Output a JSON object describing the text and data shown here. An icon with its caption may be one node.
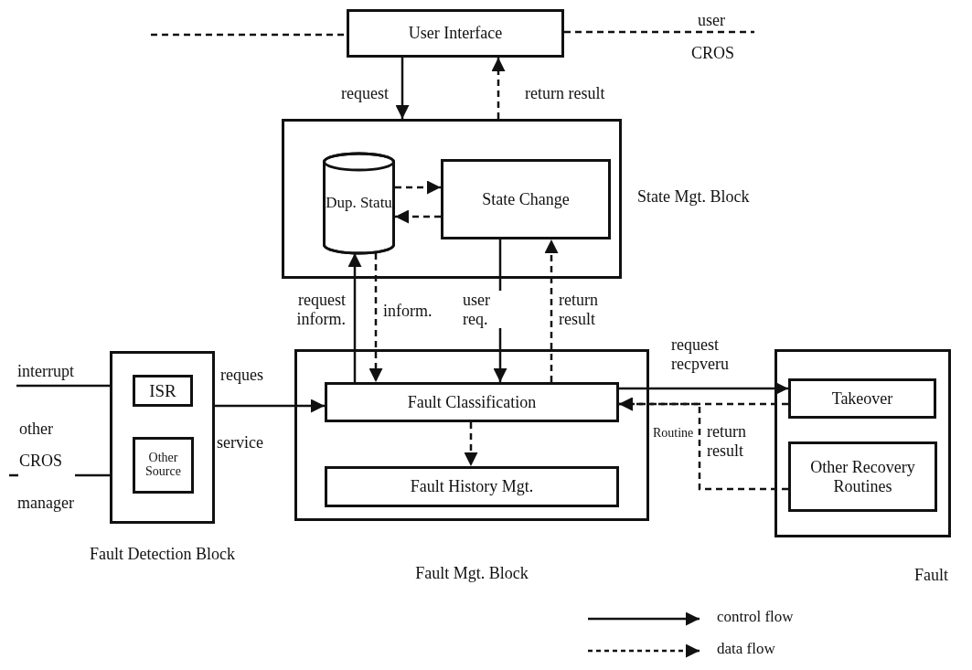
{
  "diagram": {
    "nodes": [
      {
        "text": [
          "User Interface"
        ]
      },
      {
        "text": [
          "State Mgt. Block"
        ]
      },
      {
        "text": [
          "Dup. Statu"
        ],
        "in": 1
      },
      {
        "text": [
          "State Change"
        ],
        "in": 1
      },
      {
        "text": [
          "Fault Detection Block"
        ]
      },
      {
        "text": [
          "ISR"
        ],
        "in": 4
      },
      {
        "text": [
          "Other Source"
        ],
        "in": 4
      },
      {
        "text": [
          "Fault Mgt. Block"
        ]
      },
      {
        "text": [
          "Fault Classification"
        ],
        "in": 7
      },
      {
        "text": [
          "Fault History Mgt."
        ],
        "in": 7
      },
      {
        "text": [
          "Fault"
        ]
      },
      {
        "text": [
          "Takeover"
        ],
        "in": 10
      },
      {
        "text": [
          "Other Recovery Routines"
        ],
        "in": 10
      }
    ],
    "edges": [
      {
        "from": null,
        "to": 0,
        "arrow": "none",
        "style": "dashed"
      },
      {
        "from": 0,
        "to": null,
        "arrow": "none",
        "style": "dashed"
      },
      {
        "from": 0,
        "to": 1,
        "arrow": "to",
        "label": "request"
      },
      {
        "from": 1,
        "to": 0,
        "arrow": "to",
        "label": "return result",
        "style": "dashed"
      },
      {
        "from": 2,
        "to": 3,
        "arrow": "to",
        "style": "dashed"
      },
      {
        "from": 3,
        "to": 2,
        "arrow": "to",
        "style": "dashed"
      },
      {
        "from": 8,
        "to": 2,
        "arrow": "to",
        "label": "request inform."
      },
      {
        "from": 2,
        "to": 8,
        "arrow": "to",
        "label": "inform.",
        "style": "dashed"
      },
      {
        "from": 3,
        "to": 8,
        "arrow": "to",
        "label": "user req."
      },
      {
        "from": 8,
        "to": 3,
        "arrow": "to",
        "label": "return result",
        "style": "dashed"
      },
      {
        "from": null,
        "to": 4,
        "arrow": "none",
        "label": "interrupt"
      },
      {
        "from": null,
        "to": 4,
        "arrow": "none",
        "label": "other CROS"
      },
      {
        "from": 4,
        "to": 8,
        "arrow": "to",
        "label": "reques"
      },
      {
        "from": 8,
        "to": 11,
        "arrow": "to",
        "label": "request recpveru"
      },
      {
        "from": 11,
        "to": 8,
        "arrow": "to",
        "style": "dashed"
      },
      {
        "from": 12,
        "to": 8,
        "arrow": "to",
        "label": "return result",
        "style": "dashed"
      },
      {
        "from": 8,
        "to": 9,
        "arrow": "to",
        "style": "dashed"
      }
    ],
    "labels": [
      "user",
      "CROS",
      "service",
      "manager",
      "Routine"
    ],
    "legend": [
      {
        "text": "control flow"
      },
      {
        "text": "data flow"
      }
    ]
  }
}
